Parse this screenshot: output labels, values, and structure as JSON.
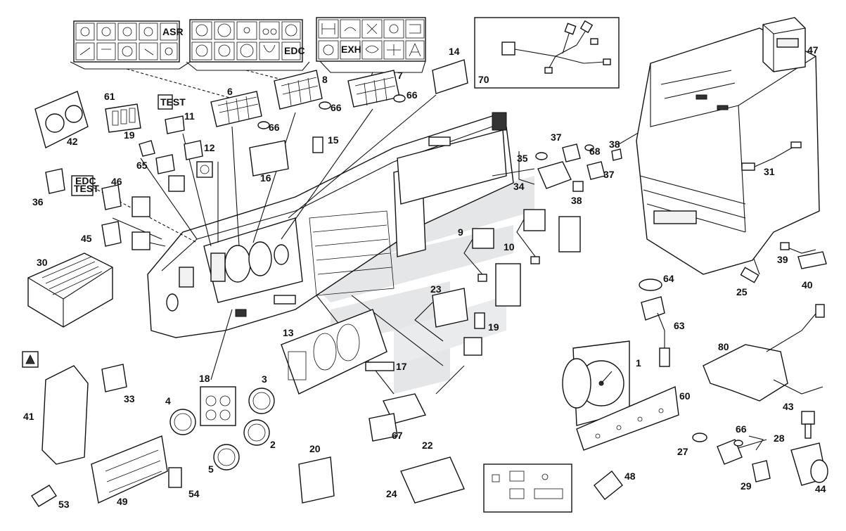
{
  "callouts": [
    {
      "id": "c14",
      "text": "14"
    },
    {
      "id": "c70",
      "text": "70"
    },
    {
      "id": "c47",
      "text": "47"
    },
    {
      "id": "c6",
      "text": "6"
    },
    {
      "id": "c8",
      "text": "8"
    },
    {
      "id": "c7",
      "text": "7"
    },
    {
      "id": "c66a",
      "text": "66"
    },
    {
      "id": "c66b",
      "text": "66"
    },
    {
      "id": "c66c",
      "text": "66"
    },
    {
      "id": "c61",
      "text": "61"
    },
    {
      "id": "c11",
      "text": "11"
    },
    {
      "id": "c42",
      "text": "42"
    },
    {
      "id": "c19a",
      "text": "19"
    },
    {
      "id": "c12",
      "text": "12"
    },
    {
      "id": "c65",
      "text": "65"
    },
    {
      "id": "c15",
      "text": "15"
    },
    {
      "id": "c16",
      "text": "16"
    },
    {
      "id": "c36",
      "text": "36"
    },
    {
      "id": "c46",
      "text": "46"
    },
    {
      "id": "c45",
      "text": "45"
    },
    {
      "id": "c30",
      "text": "30"
    },
    {
      "id": "c37a",
      "text": "37"
    },
    {
      "id": "c68",
      "text": "68"
    },
    {
      "id": "c38a",
      "text": "38"
    },
    {
      "id": "c35",
      "text": "35"
    },
    {
      "id": "c37b",
      "text": "37"
    },
    {
      "id": "c34",
      "text": "34"
    },
    {
      "id": "c38b",
      "text": "38"
    },
    {
      "id": "c31",
      "text": "31"
    },
    {
      "id": "c9",
      "text": "9"
    },
    {
      "id": "c10",
      "text": "10"
    },
    {
      "id": "c39",
      "text": "39"
    },
    {
      "id": "c25",
      "text": "25"
    },
    {
      "id": "c40",
      "text": "40"
    },
    {
      "id": "c64",
      "text": "64"
    },
    {
      "id": "c63",
      "text": "63"
    },
    {
      "id": "c23",
      "text": "23"
    },
    {
      "id": "c19b",
      "text": "19"
    },
    {
      "id": "c13",
      "text": "13"
    },
    {
      "id": "c17",
      "text": "17"
    },
    {
      "id": "c1",
      "text": "1"
    },
    {
      "id": "c80",
      "text": "80"
    },
    {
      "id": "c18",
      "text": "18"
    },
    {
      "id": "c3",
      "text": "3"
    },
    {
      "id": "c4",
      "text": "4"
    },
    {
      "id": "c2",
      "text": "2"
    },
    {
      "id": "c5",
      "text": "5"
    },
    {
      "id": "c41",
      "text": "41"
    },
    {
      "id": "c33",
      "text": "33"
    },
    {
      "id": "c60",
      "text": "60"
    },
    {
      "id": "c43",
      "text": "43"
    },
    {
      "id": "c66d",
      "text": "66"
    },
    {
      "id": "c28",
      "text": "28"
    },
    {
      "id": "c27",
      "text": "27"
    },
    {
      "id": "c29",
      "text": "29"
    },
    {
      "id": "c44",
      "text": "44"
    },
    {
      "id": "c67",
      "text": "67"
    },
    {
      "id": "c22",
      "text": "22"
    },
    {
      "id": "c20",
      "text": "20"
    },
    {
      "id": "c24",
      "text": "24"
    },
    {
      "id": "c48",
      "text": "48"
    },
    {
      "id": "c53",
      "text": "53"
    },
    {
      "id": "c49",
      "text": "49"
    },
    {
      "id": "c54",
      "text": "54"
    }
  ],
  "symbol_text": {
    "asr": "ASR",
    "edc": "EDC",
    "edc_test_1": "EDC",
    "edc_test_2": "TEST",
    "test_small": "TEST",
    "exh": "EXH"
  }
}
